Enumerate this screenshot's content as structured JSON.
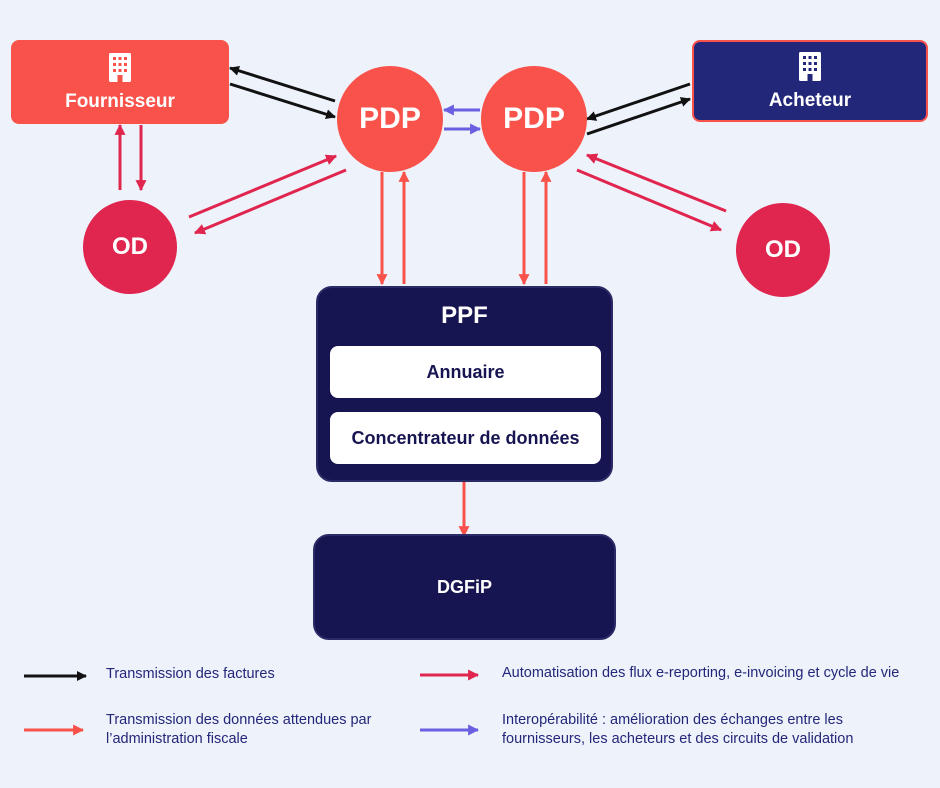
{
  "nodes": {
    "fournisseur": "Fournisseur",
    "acheteur": "Acheteur",
    "pdp_left": "PDP",
    "pdp_right": "PDP",
    "od_left": "OD",
    "od_right": "OD",
    "ppf": {
      "title": "PPF",
      "items": [
        "Annuaire",
        "Concentrateur de données"
      ]
    },
    "dgfip": "DGFiP"
  },
  "legend": {
    "invoices": "Transmission des factures",
    "tax_data": "Transmission des données attendues par l’administration fiscale",
    "automation": "Automatisation des flux e-reporting, e-invoicing et cycle de vie",
    "interop": "Interopérabilité : amélioration des échanges entre les fournisseurs, les acheteurs et des circuits de validation"
  },
  "colors": {
    "invoices": "#111111",
    "tax_data": "#f9524b",
    "automation": "#e0254f",
    "interop": "#6a5fe0",
    "navy": "#171551",
    "acheteur": "#23277a",
    "background": "#eef2fa"
  },
  "icons": {
    "fournisseur": "building-icon",
    "acheteur": "building-icon"
  }
}
